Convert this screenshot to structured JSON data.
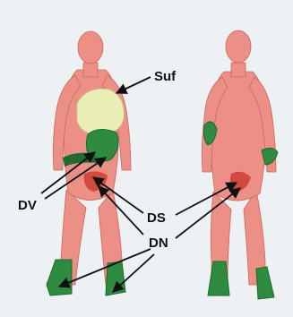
{
  "labels": {
    "suf": "Suf",
    "dv": "DV",
    "ds": "DS",
    "dn": "DN"
  },
  "colors": {
    "background": "#eef1f3",
    "skin": "#ec8f86",
    "skin_shadow": "#c9685f",
    "green_dark": "#1f6a2e",
    "green": "#2e8b3f",
    "yellow_mass": "#e8eeb4",
    "red_region": "#d24a3f",
    "label_text": "#111111"
  },
  "icons": {
    "arrowhead": "arrowhead-icon"
  }
}
